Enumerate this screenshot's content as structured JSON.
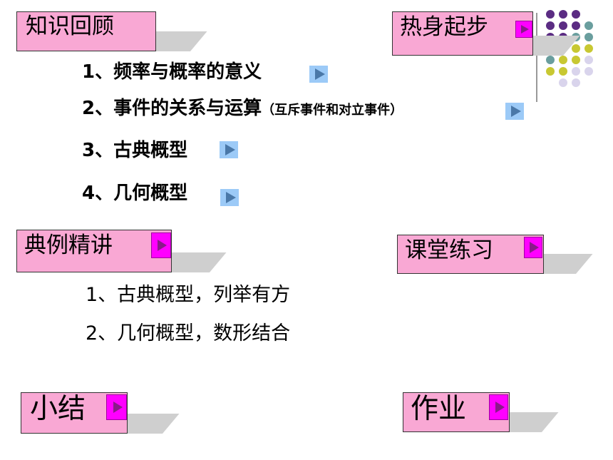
{
  "sections": {
    "review": "知识回顾",
    "warmup": "热身起步",
    "examples": "典例精讲",
    "practice": "课堂练习",
    "summary": "小结",
    "homework": "作业"
  },
  "review_items": [
    {
      "text": "1、频率与概率的意义",
      "note": ""
    },
    {
      "text": "2、事件的关系与运算",
      "note": "（互斥事件和对立事件）"
    },
    {
      "text": "3、古典概型",
      "note": ""
    },
    {
      "text": "4、几何概型",
      "note": ""
    }
  ],
  "example_items": [
    "1、古典概型，列举有方",
    "2、几何概型，数形结合"
  ],
  "colors": {
    "box_fill": "#f9a8d4",
    "play_fill": "#ff00ff",
    "link_fill": "#9ccaf7",
    "dot_purple": "#5b2c83",
    "dot_teal": "#6a9e9e",
    "dot_olive": "#c8c832",
    "dot_lavender": "#d9d4ec"
  },
  "icons": {
    "section_button": "play-icon",
    "item_link": "play-icon"
  }
}
